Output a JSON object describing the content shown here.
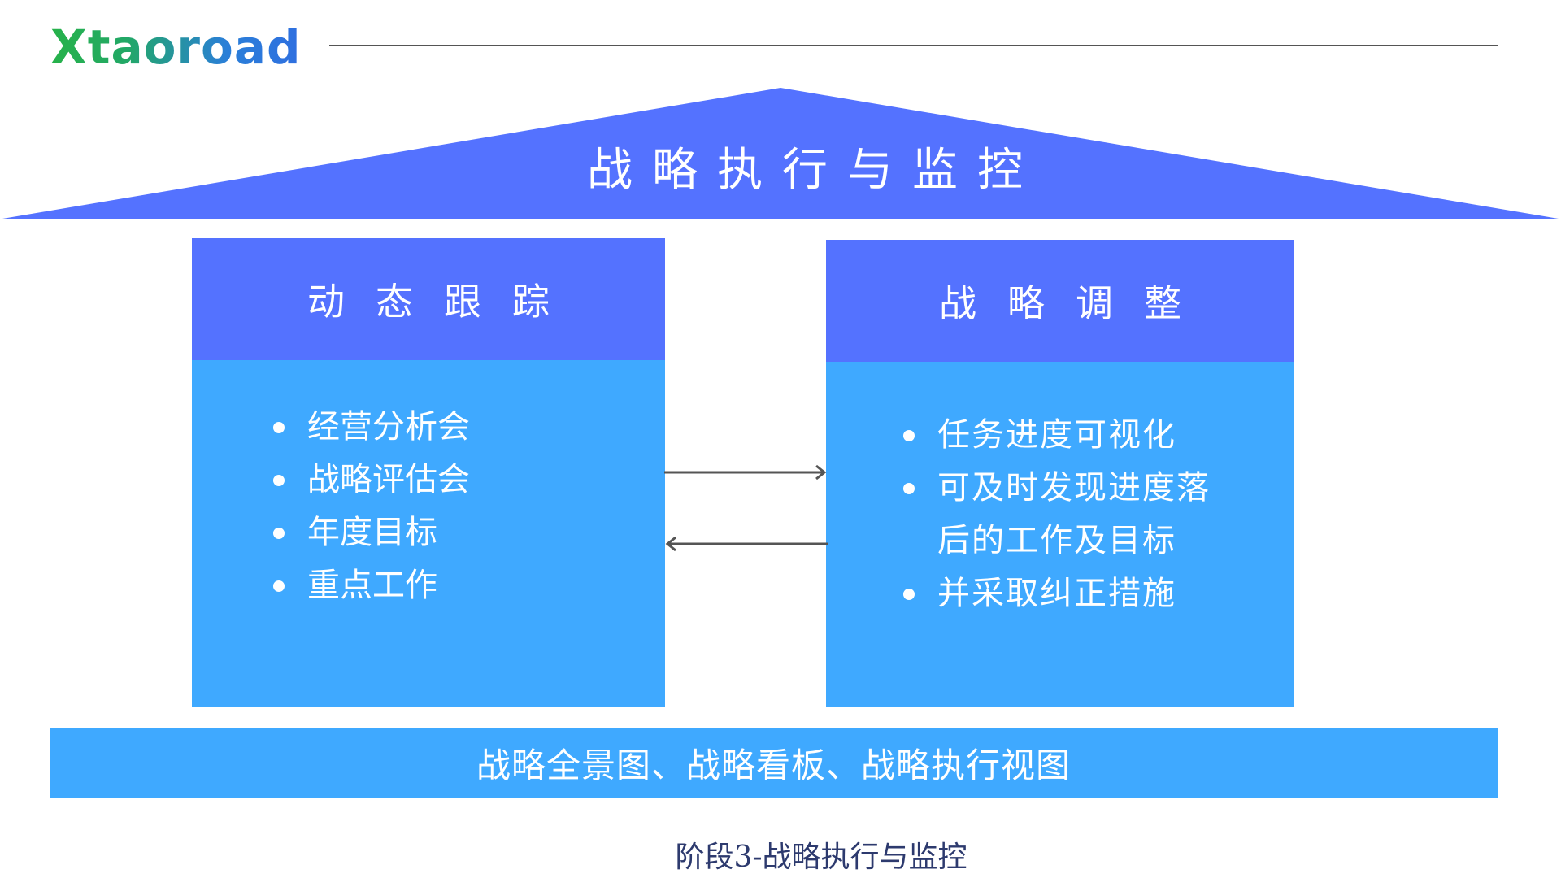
{
  "logo": {
    "text": "Xtaoroad"
  },
  "colors": {
    "roof": "#5472ff",
    "panel_header": "#5472ff",
    "panel_body": "#3fa9ff",
    "base_bar": "#3fa9ff",
    "arrow": "#555555",
    "caption": "#2d3a6e"
  },
  "roof": {
    "title": "战略执行与监控"
  },
  "left_panel": {
    "title": "动态跟踪",
    "items": [
      "经营分析会",
      "战略评估会",
      "年度目标",
      "重点工作"
    ]
  },
  "right_panel": {
    "title": "战略调整",
    "items": [
      "任务进度可视化",
      "可及时发现进度落",
      "后的工作及目标",
      "并采取纠正措施"
    ]
  },
  "connectors": [
    "right-arrow",
    "left-arrow"
  ],
  "base_bar": {
    "text": "战略全景图、战略看板、战略执行视图"
  },
  "caption": {
    "text": "阶段3-战略执行与监控"
  }
}
